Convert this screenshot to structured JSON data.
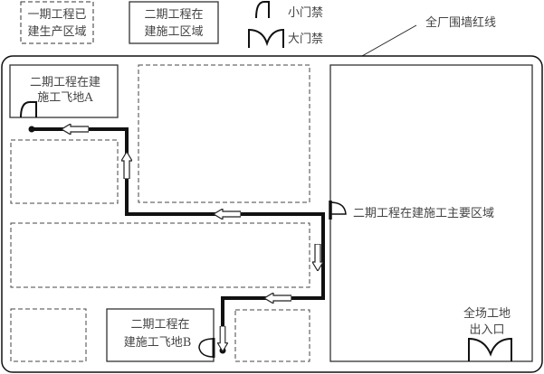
{
  "legend": {
    "phase1_area": [
      "一期工程已",
      "建生产区域"
    ],
    "phase2_area": [
      "二期工程在",
      "建施工区域"
    ],
    "small_gate": "小门禁",
    "large_gate": "大门禁"
  },
  "wall_label": "全厂围墙红线",
  "areas": {
    "enclave_a": [
      "二期工程在建",
      "施工飞地A"
    ],
    "enclave_b": [
      "二期工程在",
      "建施工飞地B"
    ],
    "main_area": "二期工程在建施工主要区域",
    "entrance": [
      "全场工地",
      "出入口"
    ]
  }
}
